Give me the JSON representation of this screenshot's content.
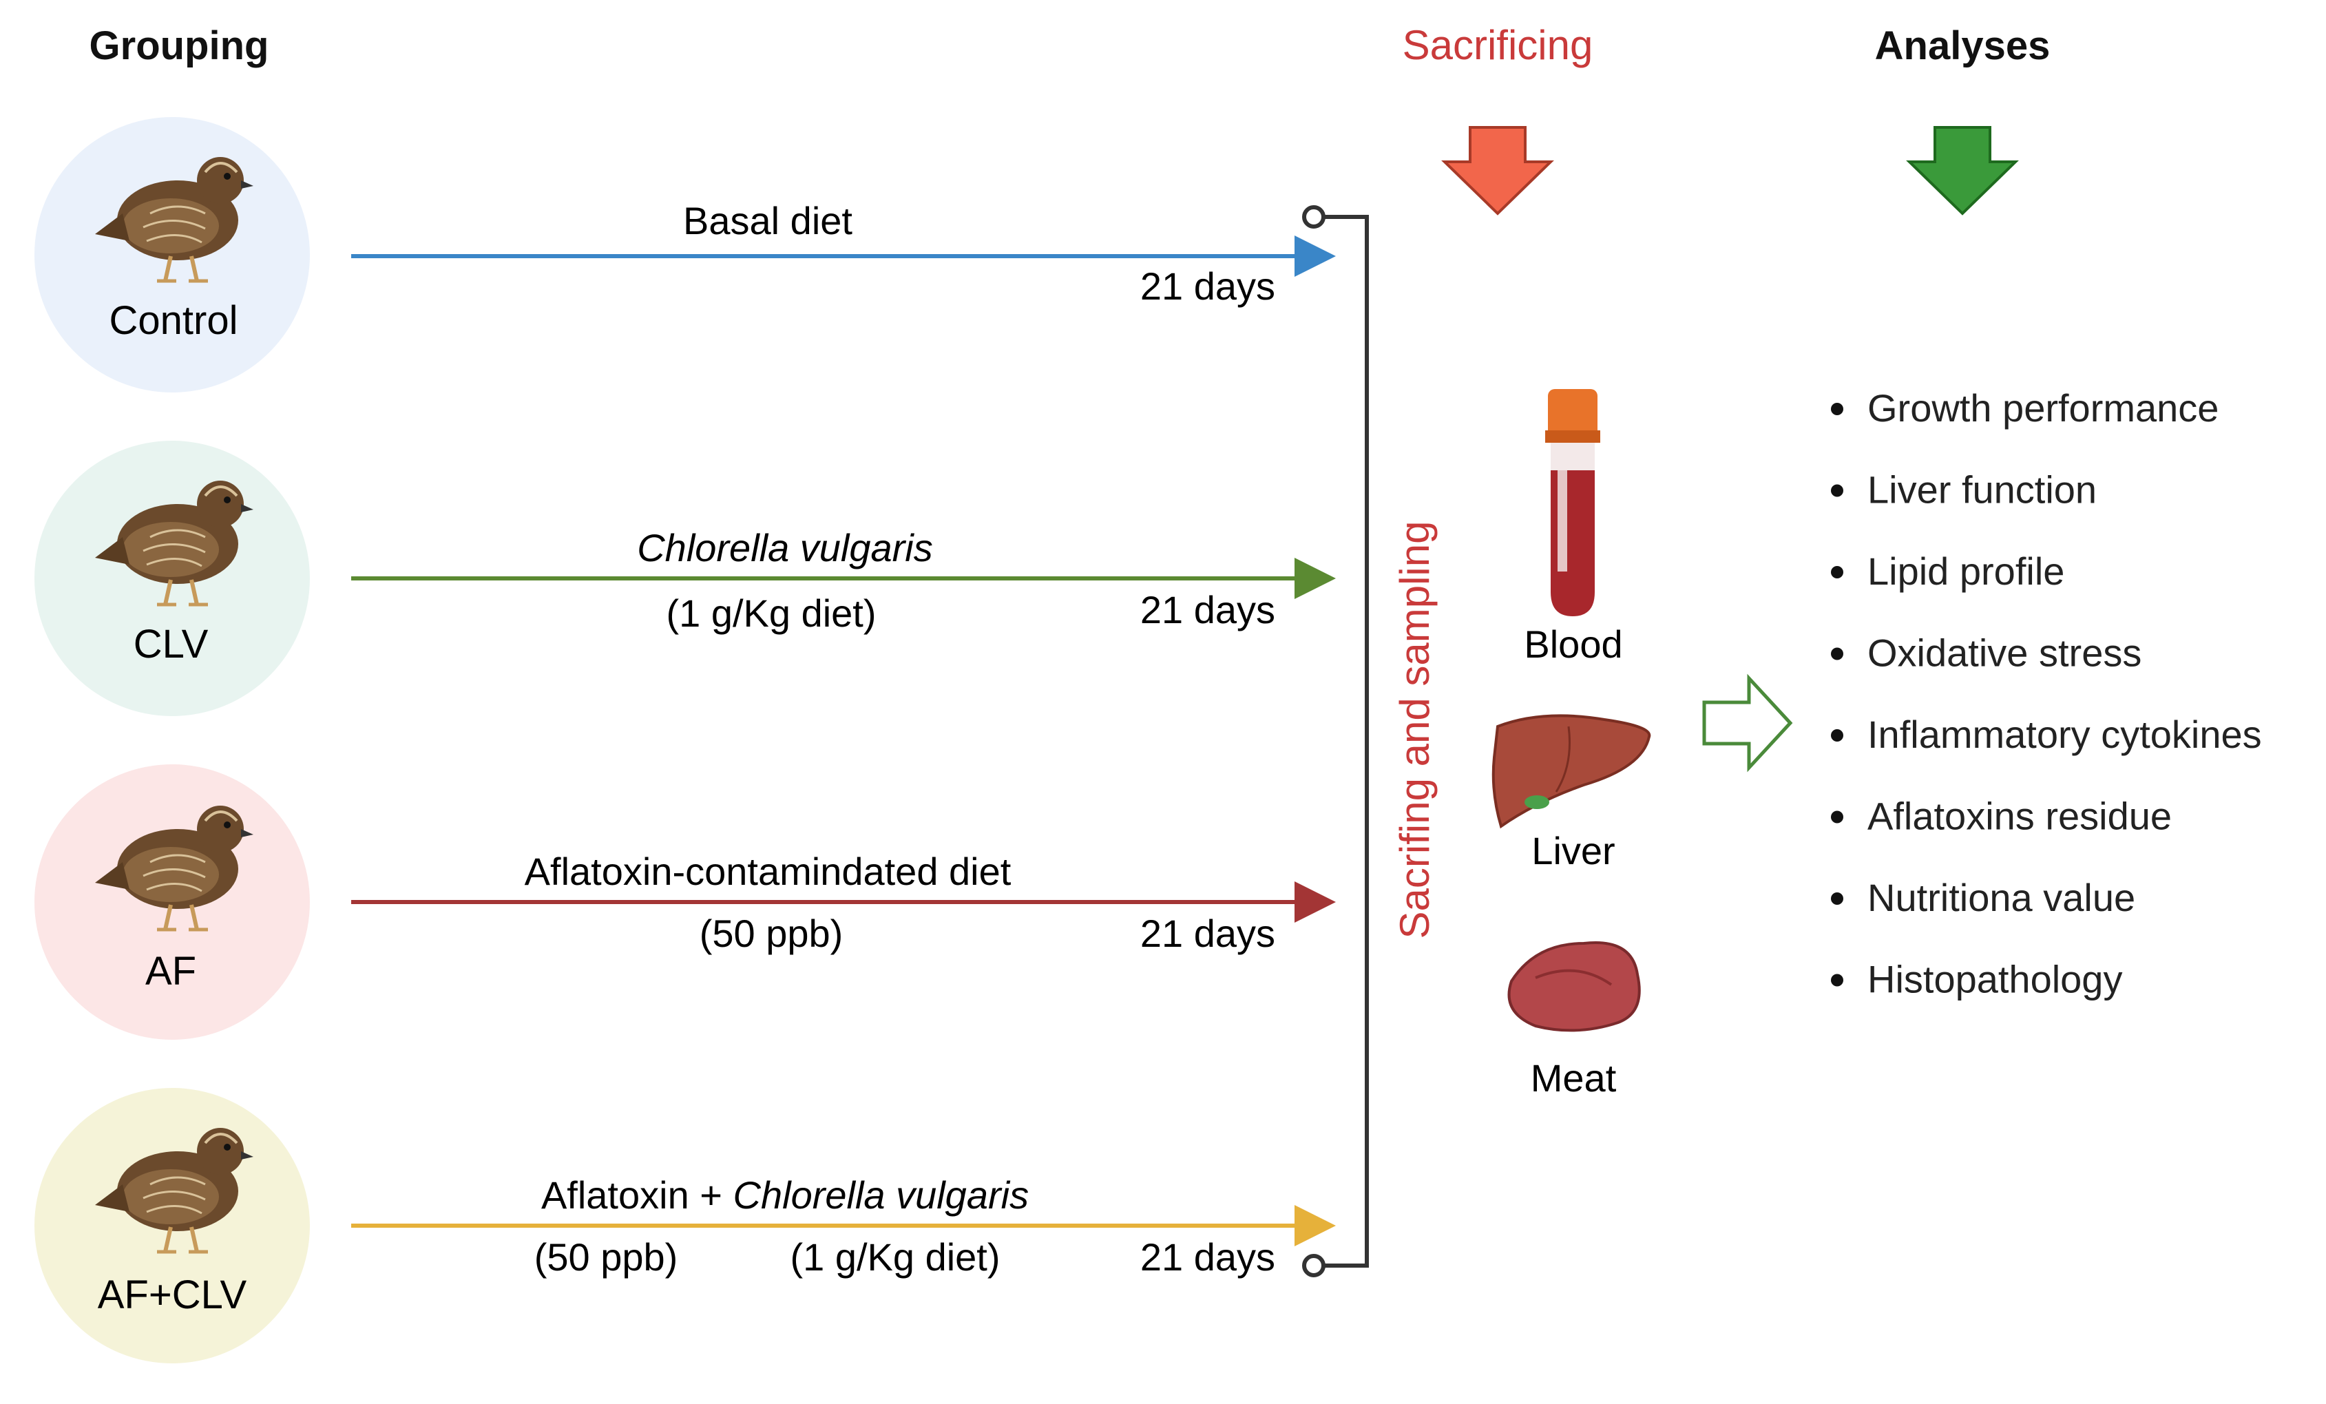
{
  "headers": {
    "grouping": "Grouping",
    "sacrificing": "Sacrificing",
    "analyses": "Analyses"
  },
  "groups": [
    {
      "name": "Control",
      "circle_color": "#eaf1fb",
      "arrow_color": "#3a86c8",
      "diet_main": "Basal diet",
      "diet_main_italic": "",
      "diet_sub": "",
      "diet_sub2": "",
      "duration": "21 days"
    },
    {
      "name": "CLV",
      "circle_color": "#e8f4f0",
      "arrow_color": "#5b8a32",
      "diet_main": "",
      "diet_main_italic": "Chlorella vulgaris",
      "diet_sub": "(1 g/Kg diet)",
      "diet_sub2": "",
      "duration": "21 days"
    },
    {
      "name": "AF",
      "circle_color": "#fce6e6",
      "arrow_color": "#a33535",
      "diet_main": "Aflatoxin-contamindated diet",
      "diet_main_italic": "",
      "diet_sub": "(50 ppb)",
      "diet_sub2": "",
      "duration": "21 days"
    },
    {
      "name": "AF+CLV",
      "circle_color": "#f5f3d8",
      "arrow_color": "#e6b13a",
      "diet_main": "Aflatoxin + ",
      "diet_main_italic": "Chlorella vulgaris",
      "diet_sub": "(50 ppb)",
      "diet_sub2": "(1 g/Kg diet)",
      "duration": "21 days"
    }
  ],
  "vertical_label": "Sacrifing and sampling",
  "samples": [
    {
      "name": "Blood",
      "icon": "blood-tube-icon"
    },
    {
      "name": "Liver",
      "icon": "liver-icon"
    },
    {
      "name": "Meat",
      "icon": "meat-icon"
    }
  ],
  "analyses": [
    "Growth performance",
    "Liver function",
    "Lipid profile",
    "Oxidative stress",
    "Inflammatory cytokines",
    "Aflatoxins residue",
    "Nutritiona value",
    "Histopathology"
  ],
  "colors": {
    "sacrificing_title": "#c93a3a",
    "sacrificing_arrow": "#f2664b",
    "analyses_arrow": "#3a9a3a",
    "vertical_label": "#c93a3a",
    "connector": "#333333",
    "open_arrow": "#4a8a3a"
  },
  "icons": {
    "quail": "quail-icon",
    "sacrificing_arrow": "down-arrow-icon",
    "analyses_arrow": "down-arrow-icon",
    "open_arrow": "right-arrow-icon"
  }
}
